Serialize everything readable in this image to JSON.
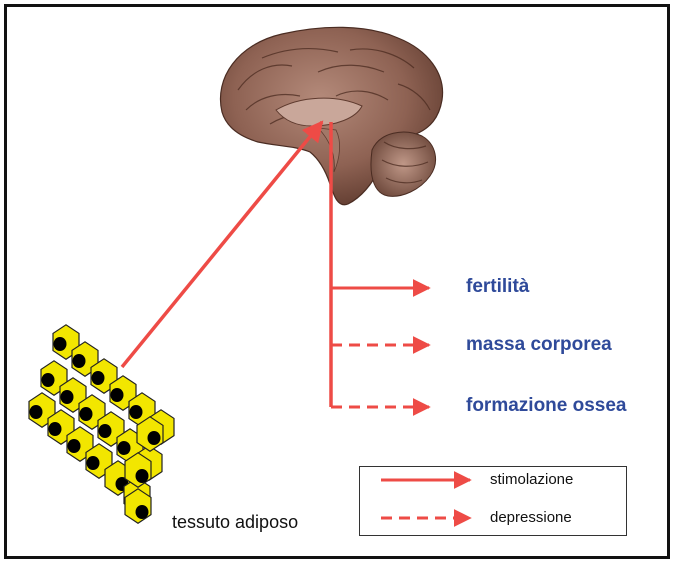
{
  "colors": {
    "arrow": "#ee4b46",
    "target_text": "#2f4a9a",
    "cell_fill": "#f2e600",
    "nucleus": "#000000"
  },
  "targets": [
    {
      "label": "fertilità",
      "effect": "stimolazione"
    },
    {
      "label": "massa corporea",
      "effect": "depressione"
    },
    {
      "label": "formazione ossea",
      "effect": "depressione"
    }
  ],
  "legend": {
    "solid_label": "stimolazione",
    "dashed_label": "depressione"
  },
  "tissue": {
    "label": "tessuto adiposo"
  },
  "brain": {
    "icon": "brain-icon"
  }
}
